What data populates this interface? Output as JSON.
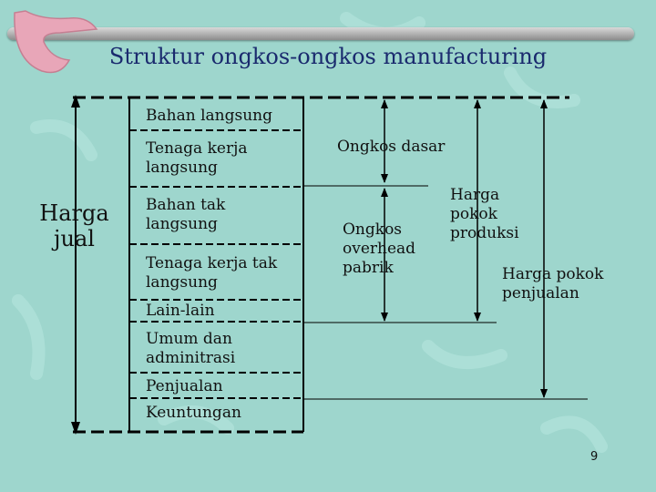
{
  "title": "Struktur ongkos-ongkos manufacturing",
  "left_label": [
    "Harga",
    "jual"
  ],
  "items": {
    "bahan_langsung": "Bahan langsung",
    "tenaga_kerja_langsung": [
      "Tenaga kerja",
      "langsung"
    ],
    "bahan_tak_langsung": [
      "Bahan tak",
      "langsung"
    ],
    "tenaga_kerja_tak_langsung": [
      "Tenaga kerja tak",
      "langsung"
    ],
    "lain_lain": "Lain-lain",
    "umum_admin": [
      "Umum dan",
      "adminitrasi"
    ],
    "penjualan": "Penjualan",
    "keuntungan": "Keuntungan"
  },
  "groups": {
    "ongkos_dasar": "Ongkos dasar",
    "ongkos_overhead": [
      "Ongkos",
      "overhead",
      "pabrik"
    ],
    "harga_pokok_produksi": [
      "Harga",
      "pokok",
      "produksi"
    ],
    "harga_pokok_penjualan": [
      "Harga pokok",
      "penjualan"
    ]
  },
  "page_number": "9",
  "colors": {
    "background": "#9ed6cd",
    "title": "#1a2a6e",
    "accent": "#e8a6b8"
  }
}
